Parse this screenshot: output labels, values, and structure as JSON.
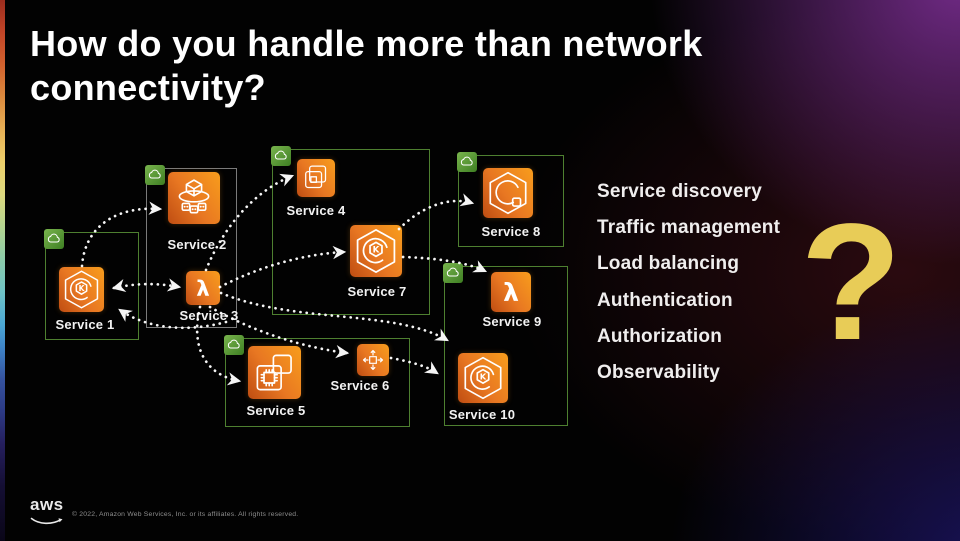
{
  "slide": {
    "title": {
      "line1": "How do you handle more than network",
      "line2": "connectivity?"
    },
    "capabilities": [
      "Service discovery",
      "Traffic management",
      "Load balancing",
      "Authentication",
      "Authorization",
      "Observability"
    ],
    "question_mark": "?",
    "footer": {
      "logo_text": "aws",
      "copyright": "© 2022, Amazon Web Services, Inc. or its affiliates. All rights reserved."
    },
    "colors": {
      "icon_orange_dark": "#c8511b",
      "icon_orange": "#ff9900",
      "badge_green": "#3f8624",
      "group_border_green": "#4e8030",
      "group_border_gray": "#7a7a7a",
      "arrow_white": "#ffffff",
      "question_yellow": "#e8cc57",
      "glow_purple": "#762c8c",
      "glow_navy": "#1a135c"
    }
  },
  "diagram": {
    "services": [
      {
        "label": "Service 1",
        "icon": "eks-hexagon-k-icon"
      },
      {
        "label": "Service 2",
        "icon": "container-cube-ring-icon"
      },
      {
        "label": "Service 3",
        "icon": "lambda-icon"
      },
      {
        "label": "Service 4",
        "icon": "instances-icon"
      },
      {
        "label": "Service 5",
        "icon": "compute-chip-icon"
      },
      {
        "label": "Service 6",
        "icon": "auto-scaling-icon"
      },
      {
        "label": "Service 7",
        "icon": "eks-hexagon-k-icon"
      },
      {
        "label": "Service 8",
        "icon": "ecr-hexagon-icon"
      },
      {
        "label": "Service 9",
        "icon": "lambda-icon"
      },
      {
        "label": "Service 10",
        "icon": "eks-hexagon-k-icon"
      }
    ]
  }
}
